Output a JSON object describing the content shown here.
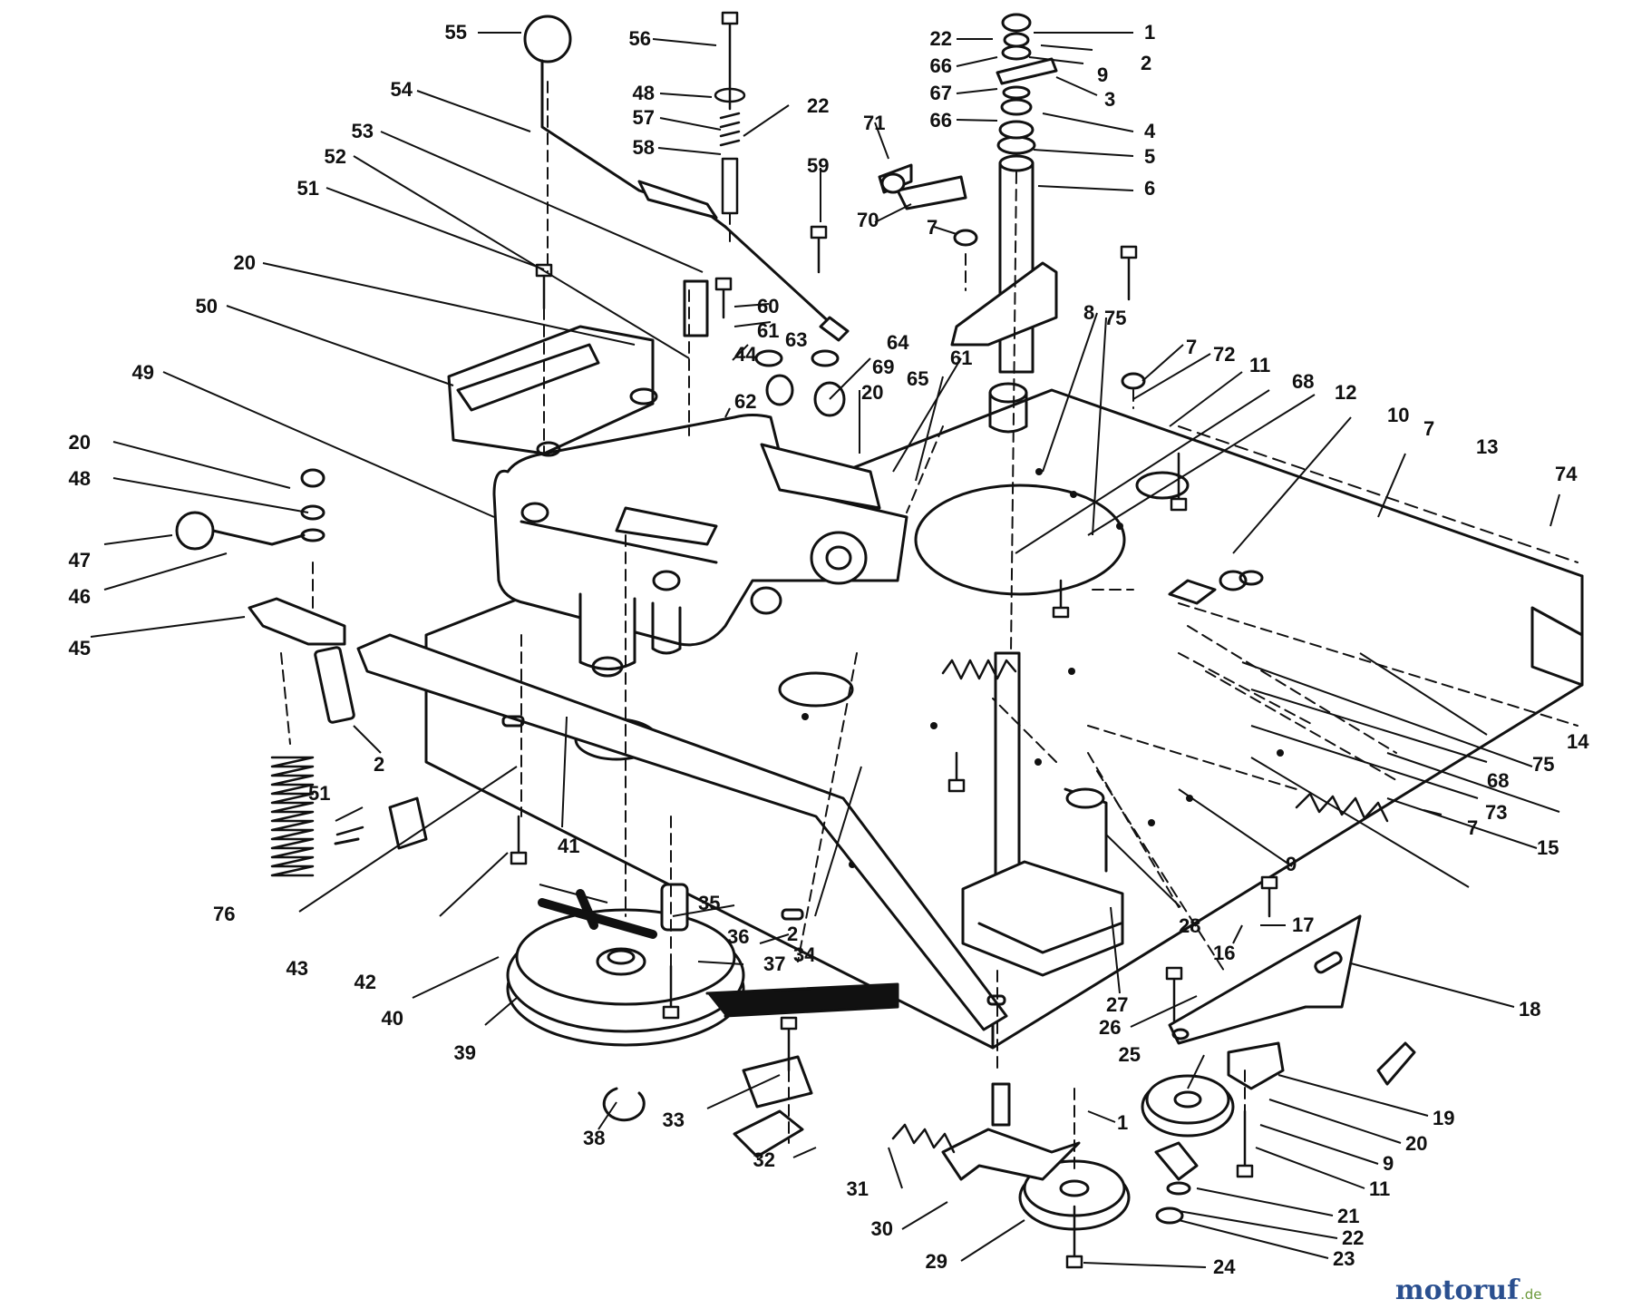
{
  "diagram": {
    "ink": "#111111",
    "callouts": [
      {
        "id": "c55",
        "label": "55"
      },
      {
        "id": "c56",
        "label": "56"
      },
      {
        "id": "c22a",
        "label": "22"
      },
      {
        "id": "c1a",
        "label": "1"
      },
      {
        "id": "c66a",
        "label": "66"
      },
      {
        "id": "c2a",
        "label": "2"
      },
      {
        "id": "c9a",
        "label": "9"
      },
      {
        "id": "c3",
        "label": "3"
      },
      {
        "id": "c54",
        "label": "54"
      },
      {
        "id": "c48a",
        "label": "48"
      },
      {
        "id": "c22b",
        "label": "22"
      },
      {
        "id": "c67",
        "label": "67"
      },
      {
        "id": "c57",
        "label": "57"
      },
      {
        "id": "c71",
        "label": "71"
      },
      {
        "id": "c66b",
        "label": "66"
      },
      {
        "id": "c4",
        "label": "4"
      },
      {
        "id": "c53",
        "label": "53"
      },
      {
        "id": "c58",
        "label": "58"
      },
      {
        "id": "c5",
        "label": "5"
      },
      {
        "id": "c52",
        "label": "52"
      },
      {
        "id": "c59",
        "label": "59"
      },
      {
        "id": "c6",
        "label": "6"
      },
      {
        "id": "c51a",
        "label": "51"
      },
      {
        "id": "c70",
        "label": "70"
      },
      {
        "id": "c7a",
        "label": "7"
      },
      {
        "id": "c20a",
        "label": "20"
      },
      {
        "id": "c8",
        "label": "8"
      },
      {
        "id": "c75a",
        "label": "75"
      },
      {
        "id": "c60",
        "label": "60"
      },
      {
        "id": "c50",
        "label": "50"
      },
      {
        "id": "c61a",
        "label": "61"
      },
      {
        "id": "c63",
        "label": "63"
      },
      {
        "id": "c64",
        "label": "64"
      },
      {
        "id": "c61b",
        "label": "61"
      },
      {
        "id": "c44",
        "label": "44"
      },
      {
        "id": "c69",
        "label": "69"
      },
      {
        "id": "c7b",
        "label": "7"
      },
      {
        "id": "c72",
        "label": "72"
      },
      {
        "id": "c11a",
        "label": "11"
      },
      {
        "id": "c49",
        "label": "49"
      },
      {
        "id": "c20b",
        "label": "20"
      },
      {
        "id": "c65",
        "label": "65"
      },
      {
        "id": "c68a",
        "label": "68"
      },
      {
        "id": "c12",
        "label": "12"
      },
      {
        "id": "c62",
        "label": "62"
      },
      {
        "id": "c10",
        "label": "10"
      },
      {
        "id": "c7c",
        "label": "7"
      },
      {
        "id": "c13",
        "label": "13"
      },
      {
        "id": "c20c",
        "label": "20"
      },
      {
        "id": "c74",
        "label": "74"
      },
      {
        "id": "c48b",
        "label": "48"
      },
      {
        "id": "c47",
        "label": "47"
      },
      {
        "id": "c46",
        "label": "46"
      },
      {
        "id": "c45",
        "label": "45"
      },
      {
        "id": "c14",
        "label": "14"
      },
      {
        "id": "c75b",
        "label": "75"
      },
      {
        "id": "c68b",
        "label": "68"
      },
      {
        "id": "c2b",
        "label": "2"
      },
      {
        "id": "c73",
        "label": "73"
      },
      {
        "id": "c7d",
        "label": "7"
      },
      {
        "id": "c51b",
        "label": "51"
      },
      {
        "id": "c41",
        "label": "41"
      },
      {
        "id": "c15",
        "label": "15"
      },
      {
        "id": "c9b",
        "label": "9"
      },
      {
        "id": "c76",
        "label": "76"
      },
      {
        "id": "c43",
        "label": "43"
      },
      {
        "id": "c42",
        "label": "42"
      },
      {
        "id": "c35",
        "label": "35"
      },
      {
        "id": "c36",
        "label": "36"
      },
      {
        "id": "c2c",
        "label": "2"
      },
      {
        "id": "c34",
        "label": "34"
      },
      {
        "id": "c28",
        "label": "28"
      },
      {
        "id": "c17",
        "label": "17"
      },
      {
        "id": "c16",
        "label": "16"
      },
      {
        "id": "c27",
        "label": "27"
      },
      {
        "id": "c37",
        "label": "37"
      },
      {
        "id": "c18",
        "label": "18"
      },
      {
        "id": "c40",
        "label": "40"
      },
      {
        "id": "c26",
        "label": "26"
      },
      {
        "id": "c39",
        "label": "39"
      },
      {
        "id": "c25",
        "label": "25"
      },
      {
        "id": "c33",
        "label": "33"
      },
      {
        "id": "c1b",
        "label": "1"
      },
      {
        "id": "c19",
        "label": "19"
      },
      {
        "id": "c38",
        "label": "38"
      },
      {
        "id": "c20d",
        "label": "20"
      },
      {
        "id": "c32",
        "label": "32"
      },
      {
        "id": "c9c",
        "label": "9"
      },
      {
        "id": "c11b",
        "label": "11"
      },
      {
        "id": "c31",
        "label": "31"
      },
      {
        "id": "c21",
        "label": "21"
      },
      {
        "id": "c22c",
        "label": "22"
      },
      {
        "id": "c30",
        "label": "30"
      },
      {
        "id": "c23",
        "label": "23"
      },
      {
        "id": "c29",
        "label": "29"
      },
      {
        "id": "c24",
        "label": "24"
      }
    ]
  },
  "watermark": {
    "brand": "motoruf",
    "suffix": ".de",
    "brand_color": "#2a4f8f",
    "suffix_color": "#6b9a3a"
  }
}
